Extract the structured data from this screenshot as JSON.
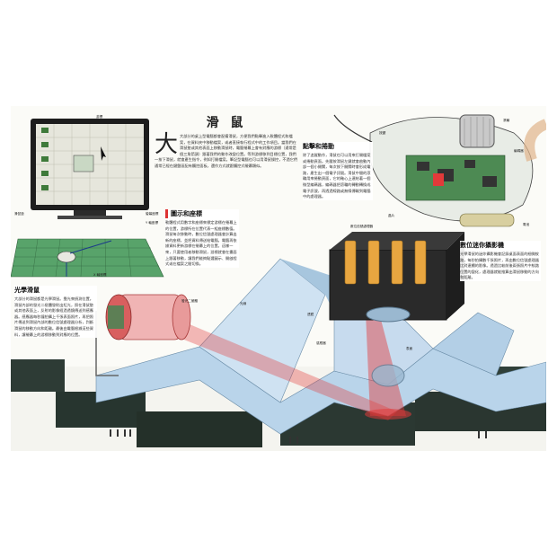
{
  "page": {
    "title": "滑 鼠",
    "intro": "大部分的桌上型電腦都會配備滑鼠，方便我們點擊進入軟體程式和檔案，在資料夾中移動檔案，或者直接執行程式中的工作項目。當我們在滑鼠墊或其他表面上移動滑鼠時，電腦螢幕上會有對應的游標（通常是個三角箭頭）跟著我們的動作改變位置。等到游標移到目標位置，我們一按下滑鼠，就會產生指令，例如打開檔案。筆記型電腦也可以用滑鼠操控，不過它們通常已經在鍵盤區配有觸控面板，還作方式就跟觸控式螢幕類似。"
  },
  "sections": {
    "click": {
      "heading": "點擊和捲動",
      "text": "除了追蹤動作，滑鼠也可以用來打開檔案或捲動頁面。先壓按滑鼠左鍵就會啟動內部一個小開關，每次按下開關時會形成電路，產生出一個電子訊號。滑鼠中間的滾輪用來捲動頁面，它的軸心上連結著一個微型編碼器，編碼器把滾輪的轉動轉換成電子訊號，再透過線路或無線傳輸到電腦中的處理器。"
    },
    "optical": {
      "heading": "光學滑鼠",
      "text": "大部分的滑鼠都是光學滑鼠。靠光來偵測位置。滑鼠內部的發光二極體發射出紅光，照在滑鼠墊或其他表面上，反射的影像經過透鏡傳送到感應器。感應器每秒鐘拍攝上千張表面照片，再把照片傳送到滑鼠內部的數位信號處理器分析，判斷滑鼠的移動方向和距離。最後由電腦根據這些資料，讓螢幕上的游標移動到對應的位置。"
    },
    "coords": {
      "heading": "圖示和座標",
      "text": "軟體程式用數字和座標來標定游標在螢幕上的位置，游標所在位置代表一組座標數值。滑鼠每次移動時，數位信號處理器會計算出新的座標，並把資料傳送給電腦。電腦再依據資料更新游標在螢幕上的位置。這樣一來，只要使用者移動滑鼠，游標就會在畫面上跟著移動，讓我們能夠點選圖示、開啟程式或在檔案之間切換。"
    },
    "camera": {
      "heading": "數位迷你攝影機",
      "text": "光學滑鼠的迷你攝影機會記錄桌面表面的細微紋路，每秒拍攝數千張照片，再由數位信號處理器比對連續的影像。透過比較前後兩張照片中紋路位置的變化，處理器就能推算出滑鼠移動的方向和距離。"
    }
  },
  "labels": {
    "pointer": "游標",
    "screen_grid": "螢幕座標",
    "mouse_pad": "滑鼠墊",
    "x_axis": "X 軸座標",
    "y_axis": "Y 軸座標",
    "led": "發光二極體",
    "lens": "透鏡",
    "sensor": "感應器",
    "light": "光線",
    "dsp": "數位信號處理器",
    "chip": "晶片",
    "wheel": "滾輪",
    "cable": "傳輸線",
    "button": "按鍵",
    "battery": "電池",
    "pad_surface": "表面",
    "encoder": "編碼器"
  },
  "colors": {
    "red_light": "#e23a3a",
    "blue_surface": "#b9d4ea",
    "green_grid": "#58a36a",
    "ink": "#222222"
  }
}
